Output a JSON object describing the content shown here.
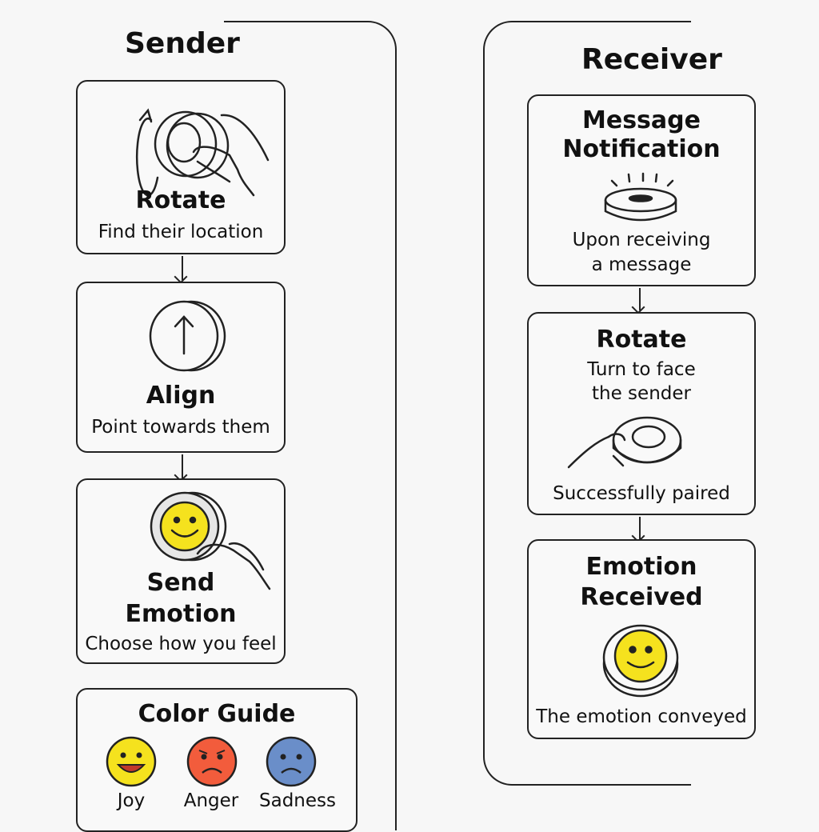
{
  "colors": {
    "joy": "#f5e21e",
    "anger": "#f25c3c",
    "sadness": "#6a8ec9",
    "stroke": "#222222"
  },
  "sender": {
    "title": "Sender",
    "steps": [
      {
        "title": "Rotate",
        "subtitle": "Find their location",
        "icon": "hand-rotating-disc-icon"
      },
      {
        "title": "Align",
        "subtitle": "Point towards them",
        "icon": "up-arrow-disc-icon"
      },
      {
        "title_line1": "Send",
        "title_line2": "Emotion",
        "subtitle": "Choose how you feel",
        "icon": "pressing-smiley-disc-icon"
      }
    ],
    "color_guide": {
      "title": "Color Guide",
      "items": [
        {
          "label": "Joy",
          "icon": "happy-face-icon",
          "color": "#f5e21e"
        },
        {
          "label": "Anger",
          "icon": "angry-face-icon",
          "color": "#f25c3c"
        },
        {
          "label": "Sadness",
          "icon": "sad-face-icon",
          "color": "#6a8ec9"
        }
      ]
    }
  },
  "receiver": {
    "title": "Receiver",
    "steps": [
      {
        "title_line1": "Message",
        "title_line2": "Notification",
        "subtitle_line1": "Upon receiving",
        "subtitle_line2": "a message",
        "icon": "glowing-disc-icon"
      },
      {
        "title": "Rotate",
        "subtitle_line1": "Turn to face",
        "subtitle_line2": "the sender",
        "caption": "Successfully paired",
        "icon": "hand-turning-ring-icon"
      },
      {
        "title_line1": "Emotion",
        "title_line2": "Received",
        "caption": "The emotion conveyed",
        "icon": "smiley-disc-icon"
      }
    ]
  }
}
